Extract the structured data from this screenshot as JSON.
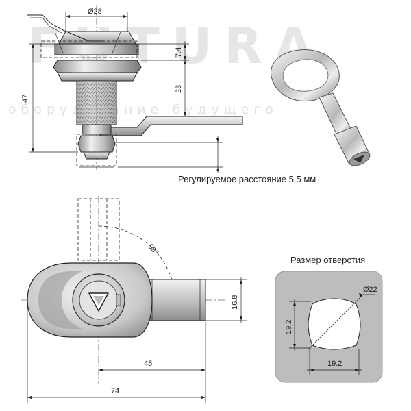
{
  "watermark": {
    "brand": "FUTURA",
    "slogan": "оборудование будущего"
  },
  "top_view": {
    "dim_diameter": "Ø28",
    "dim_height_total": "47",
    "dim_cap": "7.4",
    "dim_thread": "23",
    "adjustable_note": "Регулируемое расстояние 5.5 мм"
  },
  "front_view": {
    "dim_angle": "90°",
    "dim_tongue_width": "16.8",
    "dim_to_center": "45",
    "dim_total_length": "74"
  },
  "hole_panel": {
    "title": "Размер отверстия",
    "dim_diameter": "Ø22",
    "dim_height": "19.2",
    "dim_width": "19.2",
    "panel_color": "#bdbdbd"
  },
  "colors": {
    "line": "#222222",
    "metal_light": "#e8e8e8",
    "metal_mid": "#b4b4b4",
    "metal_dark": "#6e6e6e"
  }
}
